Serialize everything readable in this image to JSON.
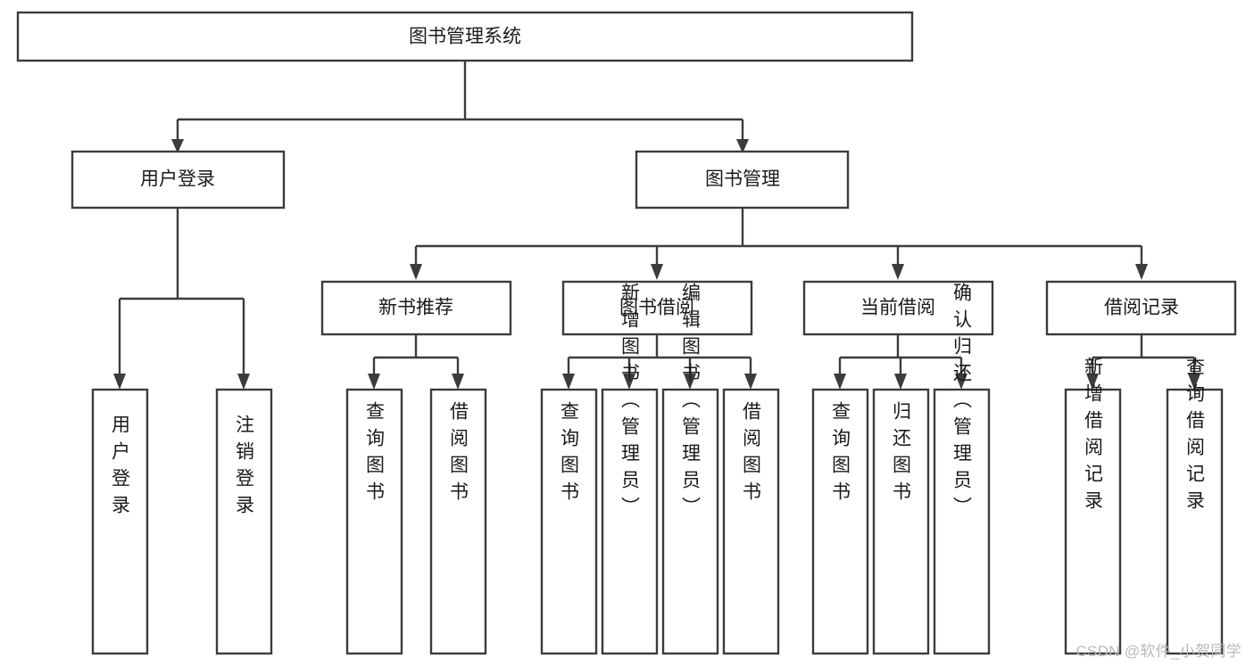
{
  "diagram": {
    "type": "tree",
    "title": "图书管理系统",
    "watermark": "CSDN @软件_小贺同学",
    "colors": {
      "stroke": "#3c3c3c",
      "fill": "#ffffff",
      "text": "#1a1a1a",
      "watermark": "#b9b9b9"
    },
    "root": {
      "label": "图书管理系统"
    },
    "level2": [
      {
        "label": "用户登录"
      },
      {
        "label": "图书管理"
      }
    ],
    "level3": [
      {
        "label": "新书推荐"
      },
      {
        "label": "图书借阅"
      },
      {
        "label": "当前借阅"
      },
      {
        "label": "借阅记录"
      }
    ],
    "leaves": {
      "user_login": [
        {
          "label": "用户登录"
        },
        {
          "label": "注销登录"
        }
      ],
      "new_book_recommend": [
        {
          "label": "查询图书"
        },
        {
          "label": "借阅图书"
        }
      ],
      "book_borrow": [
        {
          "label": "查询图书"
        },
        {
          "label": "新增图书（管理员）"
        },
        {
          "label": "编辑图书（管理员）"
        },
        {
          "label": "借阅图书"
        }
      ],
      "current_borrow": [
        {
          "label": "查询图书"
        },
        {
          "label": "归还图书"
        },
        {
          "label": "确认归还（管理员）"
        }
      ],
      "borrow_record": [
        {
          "label": "新增借阅记录"
        },
        {
          "label": "查询借阅记录"
        }
      ]
    }
  }
}
